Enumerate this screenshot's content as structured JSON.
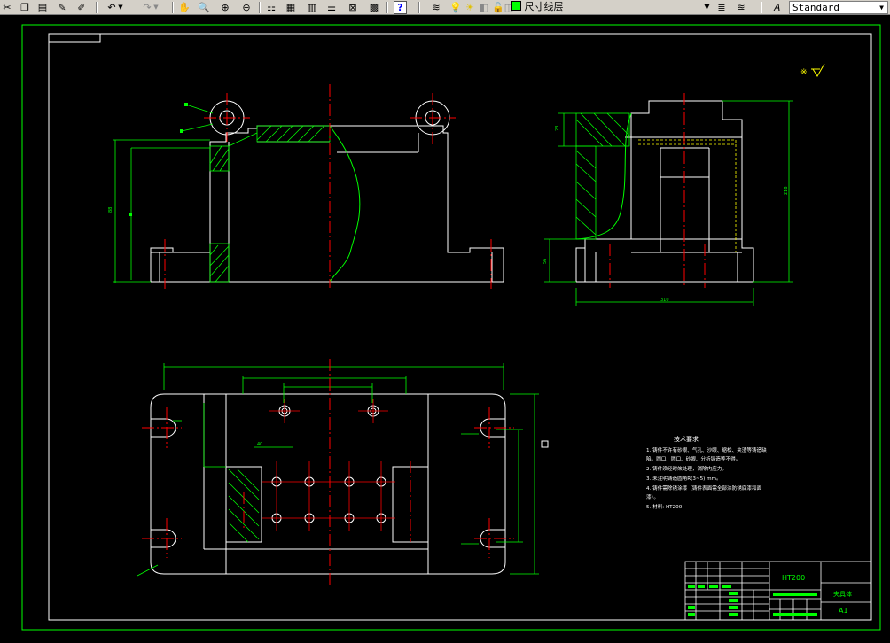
{
  "toolbar": {
    "layer_name": "尺寸线层",
    "text_style": "Standard",
    "layer_color": "#00ff00"
  },
  "drawing": {
    "colors": {
      "outline": "#ffffff",
      "dimension": "#00ff00",
      "centerline": "#ff0000",
      "frame": "#00ff00",
      "titleblock_text": "#00ff00"
    },
    "technical_requirements": {
      "heading": "技术要求",
      "lines": [
        "1. 铸件不许有砂眼、气孔、沙眼、缩松、夹渣等铸造缺",
        "陷。圆口、圆口、砂眼、分析铸造等不得。",
        "2. 铸件须经时效处理，消除内应力。",
        "3. 未注明铸造圆角R(3~5) mm。",
        "4. 铸件需除锈涂漆（铸件表面需全部涂防锈底漆和面",
        "漆）。",
        "5. 材料: HT200"
      ]
    },
    "title_block": {
      "material": "HT200",
      "part_name": "夹具体",
      "sheet_size": "A1"
    },
    "dimension_labels": {
      "front_height": "88",
      "side_width": "310",
      "side_height": "218",
      "top_dim_a": "40",
      "side_top_dim": "23",
      "side_base_dim": "56"
    }
  }
}
